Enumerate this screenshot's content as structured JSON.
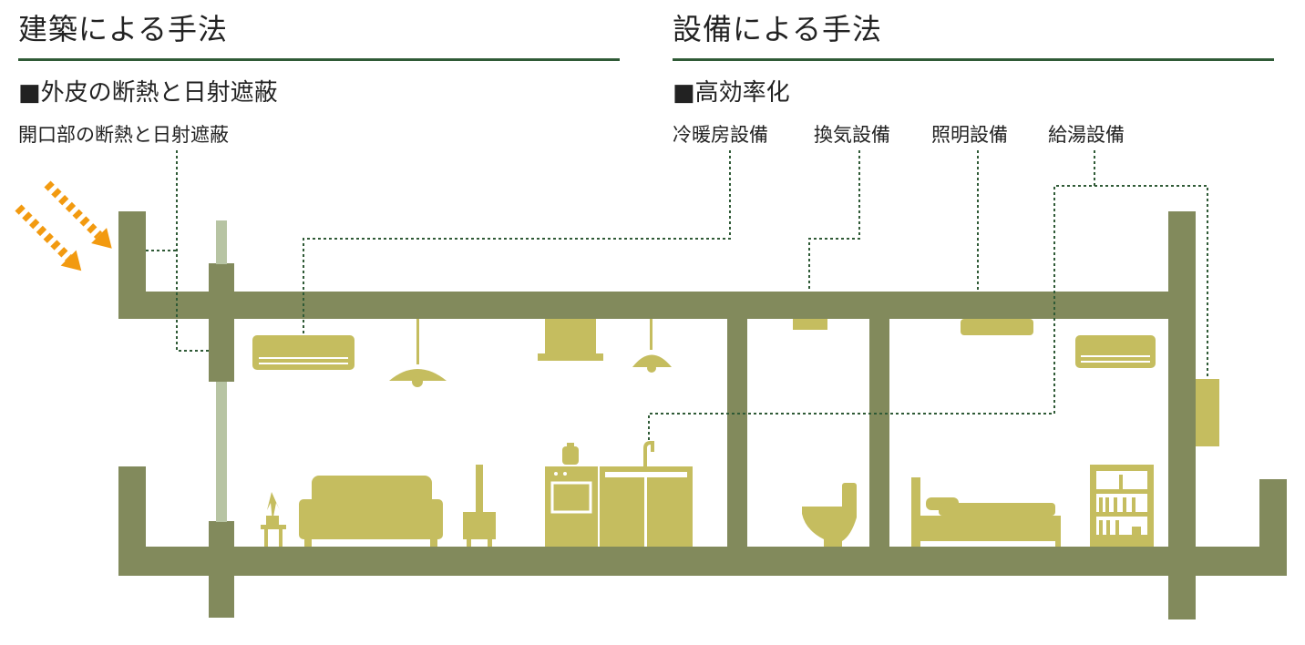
{
  "left": {
    "heading": "建築による手法",
    "sub_heading": "■外皮の断熱と日射遮蔽",
    "caption": "開口部の断熱と日射遮蔽"
  },
  "right": {
    "heading": "設備による手法",
    "sub_heading": "■高効率化",
    "labels": [
      "冷暖房設備",
      "換気設備",
      "照明設備",
      "給湯設備"
    ]
  },
  "colors": {
    "structure": "#828a5c",
    "fixture": "#c5bd5f",
    "glass": "#b7c4a3",
    "sun_arrow": "#f29a10",
    "leader_line": "#2f5a36",
    "rule": "#2f5a36"
  }
}
